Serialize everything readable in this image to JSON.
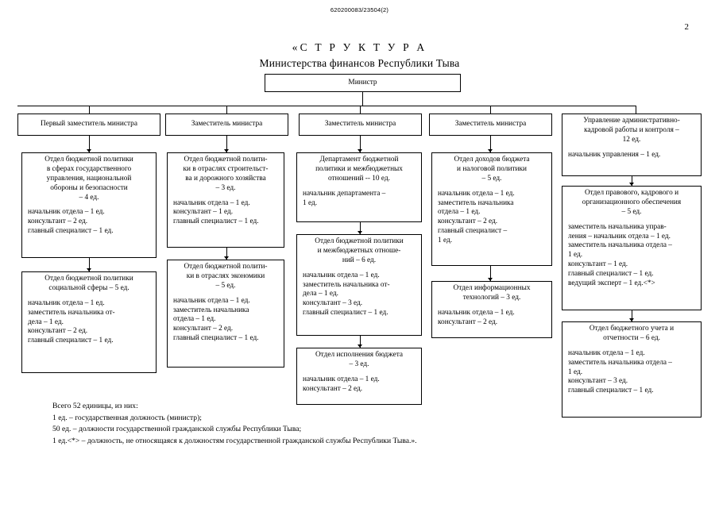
{
  "document": {
    "code": "620200083/23504(2)",
    "page_number": "2",
    "title_line1": "«С Т Р У К Т У Р А",
    "title_line2": "Министерства финансов Республики Тыва"
  },
  "root": {
    "label": "Министр"
  },
  "columns": [
    {
      "head": "Первый заместитель министра",
      "boxes": [
        {
          "title": "Отдел бюджетной политики\nв сферах государственного\nуправления, национальной\nобороны и безопасности\n– 4 ед.",
          "staff": "начальник отдела – 1 ед.\nконсультант – 2 ед.\nглавный специалист – 1 ед."
        },
        {
          "title": "Отдел бюджетной политики\nсоциальной сферы – 5 ед.",
          "staff": "начальник отдела – 1 ед.\nзаместитель начальника от-\nдела – 1 ед.\nконсультант – 2 ед.\nглавный специалист – 1 ед."
        }
      ]
    },
    {
      "head": "Заместитель министра",
      "boxes": [
        {
          "title": "Отдел бюджетной полити-\nки в отраслях строительст-\nва и дорожного хозяйства\n– 3 ед.",
          "staff": "начальник отдела – 1 ед.\nконсультант – 1 ед.\nглавный специалист – 1 ед."
        },
        {
          "title": "Отдел бюджетной полити-\nки в отраслях экономики\n– 5 ед.",
          "staff": "начальник отдела – 1 ед.\nзаместитель начальника\nотдела – 1 ед.\nконсультант – 2 ед.\nглавный специалист – 1 ед."
        }
      ]
    },
    {
      "head": "Заместитель министра",
      "boxes": [
        {
          "title": "Департамент бюджетной\nполитики и межбюджетных\nотношений -- 10 ед.",
          "staff": "начальник департамента –\n1 ед."
        },
        {
          "title": "Отдел бюджетной политики\nи межбюджетных отноше-\nний –  6 ед.",
          "staff": "начальник отдела – 1 ед.\nзаместитель начальника от-\nдела – 1 ед.\nконсультант – 3 ед.\nглавный специалист – 1 ед."
        },
        {
          "title": "Отдел исполнения бюджета\n– 3 ед.",
          "staff": "начальник отдела – 1 ед.\nконсультант – 2 ед."
        }
      ]
    },
    {
      "head": "Заместитель министра",
      "boxes": [
        {
          "title": "Отдел доходов бюджета\nи налоговой политики\n– 5 ед.",
          "staff": "начальник отдела – 1 ед.\nзаместитель начальника\nотдела – 1 ед.\nконсультант – 2 ед.\nглавный специалист –\n1 ед."
        },
        {
          "title": "Отдел информационных\nтехнологий – 3 ед.",
          "staff": "начальник отдела – 1 ед.\nконсультант – 2 ед."
        }
      ]
    },
    {
      "head": "Управление административно-\nкадровой работы и контроля –\n12 ед.",
      "head_staff": "начальник управления – 1 ед.",
      "boxes": [
        {
          "title": "Отдел правового, кадрового и\nорганизационного обеспечения\n– 5 ед.",
          "staff": "заместитель начальника управ-\nления – начальник отдела – 1 ед.\nзаместитель начальника отдела –\n1 ед.\nконсультант – 1 ед.\nглавный специалист – 1 ед.\nведущий эксперт – 1 ед.<*>"
        },
        {
          "title": "Отдел бюджетного учета и\nотчетности – 6 ед.",
          "staff": "начальник отдела – 1 ед.\nзаместитель начальника отдела –\n1 ед.\nконсультант – 3 ед.\nглавный специалист – 1 ед."
        }
      ]
    }
  ],
  "notes": [
    "Всего 52 единицы, из них:",
    "1 ед. – государственная должность (министр);",
    "50 ед. – должности государственной гражданской службы Республики Тыва;",
    "1 ед.<*> – должность, не относящаяся к должностям государственной гражданской службы Республики Тыва.»."
  ]
}
